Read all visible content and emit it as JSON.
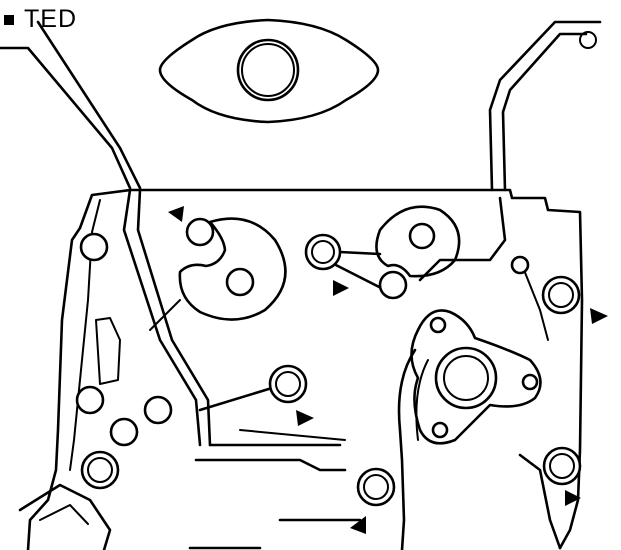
{
  "diagram": {
    "label": "TED",
    "colors": {
      "line": "#000000",
      "background": "#ffffff"
    },
    "icons": {
      "bullet": "square-bullet",
      "arrow": "triangle-pointer"
    }
  }
}
